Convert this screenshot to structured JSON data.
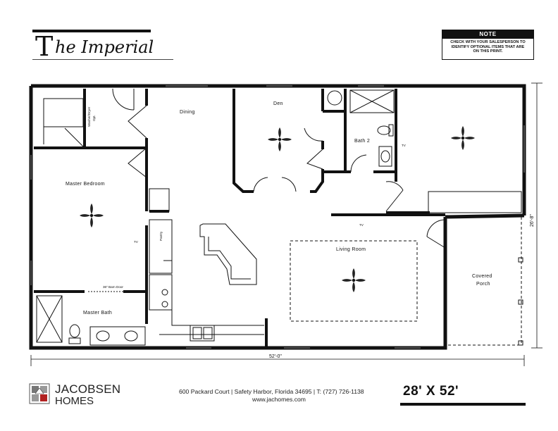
{
  "title": {
    "initial": "T",
    "rest": "he Imperial"
  },
  "note": {
    "heading": "NOTE",
    "line1": "CHECK WITH YOUR SALESPERSON TO",
    "line2": "IDENTIFY OPTIONAL ITEMS THAT ARE",
    "line3": "ON THIS PRINT."
  },
  "rooms": {
    "dining": "Dining",
    "den": "Den",
    "bath2": "Bath 2",
    "master_bedroom": "Master Bedroom",
    "master_bath": "Master Bath",
    "living_room": "Living Room",
    "covered_porch_1": "Covered",
    "covered_porch_2": "Porch",
    "pantry": "Pantry",
    "washer_dryer_1": "Washer/Dryer",
    "washer_dryer_2": "Opt.",
    "barn_door": "36\" Barn Door"
  },
  "tv_labels": [
    "TV",
    "TV",
    "TV"
  ],
  "dimensions": {
    "width": "52'-0\"",
    "depth": "26'-8\""
  },
  "company": {
    "name": "JACOBSEN",
    "sub": "HOMES",
    "address": "600 Packard Court | Safety Harbor, Florida 34695 | T: (727) 726-1138",
    "website": "www.jachomes.com"
  },
  "home_size": "28' X 52'"
}
